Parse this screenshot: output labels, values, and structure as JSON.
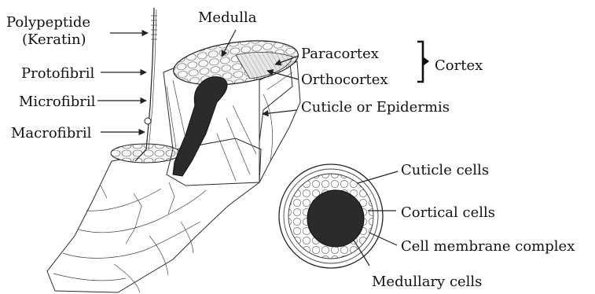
{
  "labels": {
    "polypeptide": "Polypeptide",
    "keratin": "(Keratin)",
    "protofibril": "Protofibril",
    "microfibril": "Microfibril",
    "macrofibril": "Macrofibril",
    "medulla": "Medulla",
    "paracortex": "Paracortex",
    "orthocortex": "Orthocortex",
    "cortex": "Cortex",
    "cuticle_epidermis": "Cuticle or Epidermis",
    "cuticle_cells": "Cuticle cells",
    "cortical_cells": "Cortical cells",
    "cell_membrane_complex": "Cell membrane complex",
    "medullary_cells": "Medullary cells"
  },
  "colors": {
    "ink": "#222222",
    "medulla_fill": "#2b2b2b",
    "background": "#ffffff"
  }
}
